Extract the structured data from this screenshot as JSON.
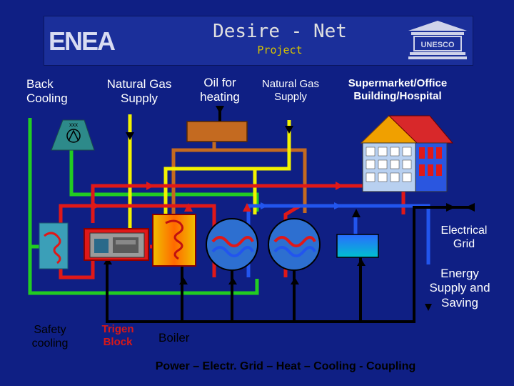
{
  "banner": {
    "left_logo": "ENEA",
    "title": "Desire - Net",
    "subtitle": "Project",
    "right_logo": "UNESCO"
  },
  "labels": {
    "back_cooling": "Back\nCooling",
    "natural_gas_supply_1": "Natural Gas\nSupply",
    "oil_for_heating": "Oil for\nheating",
    "natural_gas_supply_2": "Natural Gas\nSupply",
    "building": "Supermarket/Office\nBuilding/Hospital",
    "electrical_grid": "Electrical\nGrid",
    "energy_supply": "Energy\nSupply and\nSaving",
    "safety_cooling": "Safety\ncooling",
    "trigen_block": "Trigen\nBlock",
    "boiler": "Boiler",
    "footer": "Power – Electr. Grid – Heat – Cooling - Coupling"
  },
  "colors": {
    "background": "#0f1f84",
    "green_pipe": "#22cc22",
    "red_pipe": "#e01818",
    "yellow_pipe": "#f2f200",
    "orange_pipe": "#c46a20",
    "blue_pipe": "#2255ee",
    "black_pipe": "#000000"
  }
}
